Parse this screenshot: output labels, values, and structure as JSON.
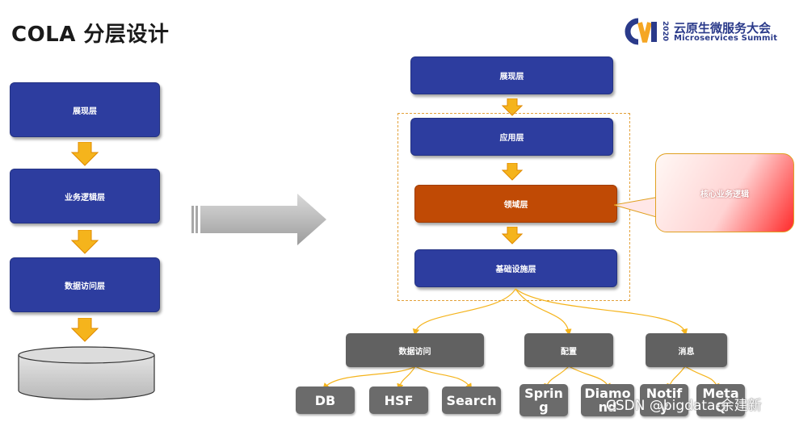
{
  "title": "COLA 分层设计",
  "logo": {
    "year": "2020",
    "cn": "云原生微服务大会",
    "en": "Microservices  Summit"
  },
  "left_stack": {
    "presentation": "展现层",
    "business": "业务逻辑层",
    "data_access": "数据访问层"
  },
  "right_stack": {
    "presentation": "展现层",
    "application": "应用层",
    "domain": "领域层",
    "infrastructure": "基础设施层"
  },
  "core_callout": "核心业务逻辑",
  "categories": {
    "data_access": "数据访问",
    "config": "配置",
    "message": "消息"
  },
  "leaves": {
    "db": "DB",
    "hsf": "HSF",
    "search": "Search",
    "spring": "Spring",
    "diamond": "Diamond",
    "notify": "Notify",
    "metaq": "MetaQ"
  },
  "watermark": "CSDN @bigdata-余建新",
  "colors": {
    "layer_blue": "#2d3d9f",
    "domain_orange": "#c04a05",
    "arrow_yellow": "#f5b41c",
    "leaf_gray": "#616161"
  }
}
